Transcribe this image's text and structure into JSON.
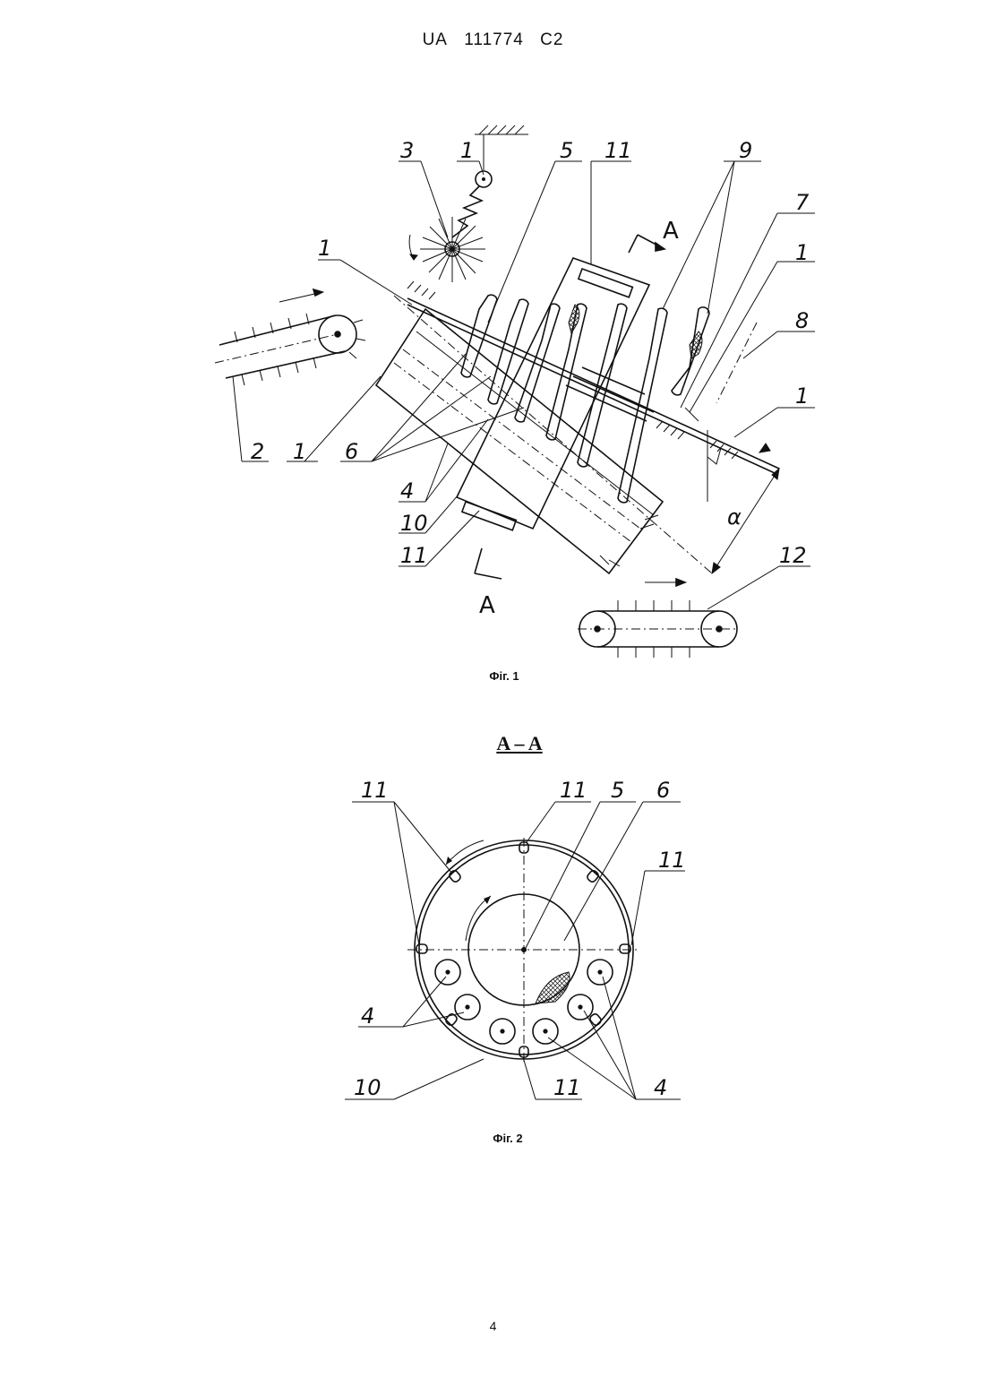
{
  "header": {
    "country": "UA",
    "number": "111774",
    "kind": "C2"
  },
  "figure1": {
    "caption": "Фіг. 1",
    "labels": [
      "1",
      "1",
      "1",
      "1",
      "1",
      "2",
      "3",
      "4",
      "5",
      "6",
      "7",
      "8",
      "9",
      "10",
      "11",
      "11",
      "12",
      "α"
    ],
    "section_marks": [
      "A",
      "A"
    ]
  },
  "figure2": {
    "section_title": "A – A",
    "caption": "Фіг. 2",
    "labels": [
      "11",
      "11",
      "5",
      "6",
      "11",
      "4",
      "10",
      "11",
      "4"
    ]
  },
  "page_number": "4"
}
